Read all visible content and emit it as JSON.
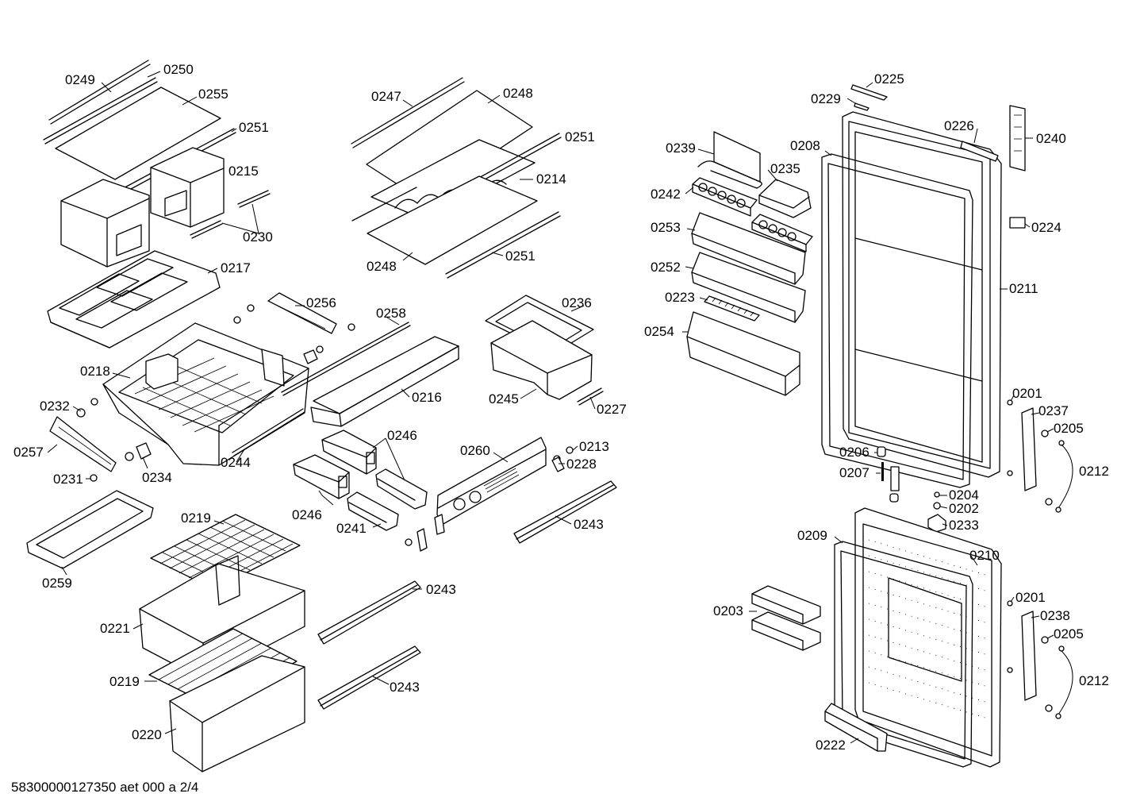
{
  "diagram": {
    "footer": "58300000127350 aet 000 a 2/4",
    "labels": {
      "p0249": "0249",
      "p0250": "0250",
      "p0255": "0255",
      "p0251a": "0251",
      "p0215": "0215",
      "p0230": "0230",
      "p0217": "0217",
      "p0247": "0247",
      "p0248a": "0248",
      "p0251b": "0251",
      "p0214": "0214",
      "p0248b": "0248",
      "p0251c": "0251",
      "p0256": "0256",
      "p0258": "0258",
      "p0236": "0236",
      "p0218": "0218",
      "p0216": "0216",
      "p0245": "0245",
      "p0227": "0227",
      "p0232": "0232",
      "p0257": "0257",
      "p0231": "0231",
      "p0234": "0234",
      "p0244": "0244",
      "p0246a": "0246",
      "p0260": "0260",
      "p0213": "0213",
      "p0228": "0228",
      "p0246b": "0246",
      "p0241": "0241",
      "p0243a": "0243",
      "p0259": "0259",
      "p0219a": "0219",
      "p0221": "0221",
      "p0243b": "0243",
      "p0219b": "0219",
      "p0243c": "0243",
      "p0220": "0220",
      "p0225": "0225",
      "p0229": "0229",
      "p0226": "0226",
      "p0240": "0240",
      "p0239": "0239",
      "p0208": "0208",
      "p0235": "0235",
      "p0242": "0242",
      "p0224": "0224",
      "p0253": "0253",
      "p0252": "0252",
      "p0211": "0211",
      "p0223": "0223",
      "p0254": "0254",
      "p0201a": "0201",
      "p0237": "0237",
      "p0205a": "0205",
      "p0206": "0206",
      "p0212a": "0212",
      "p0207": "0207",
      "p0204": "0204",
      "p0202": "0202",
      "p0233": "0233",
      "p0209": "0209",
      "p0210": "0210",
      "p0201b": "0201",
      "p0203": "0203",
      "p0238": "0238",
      "p0205b": "0205",
      "p0212b": "0212",
      "p0222": "0222"
    }
  }
}
